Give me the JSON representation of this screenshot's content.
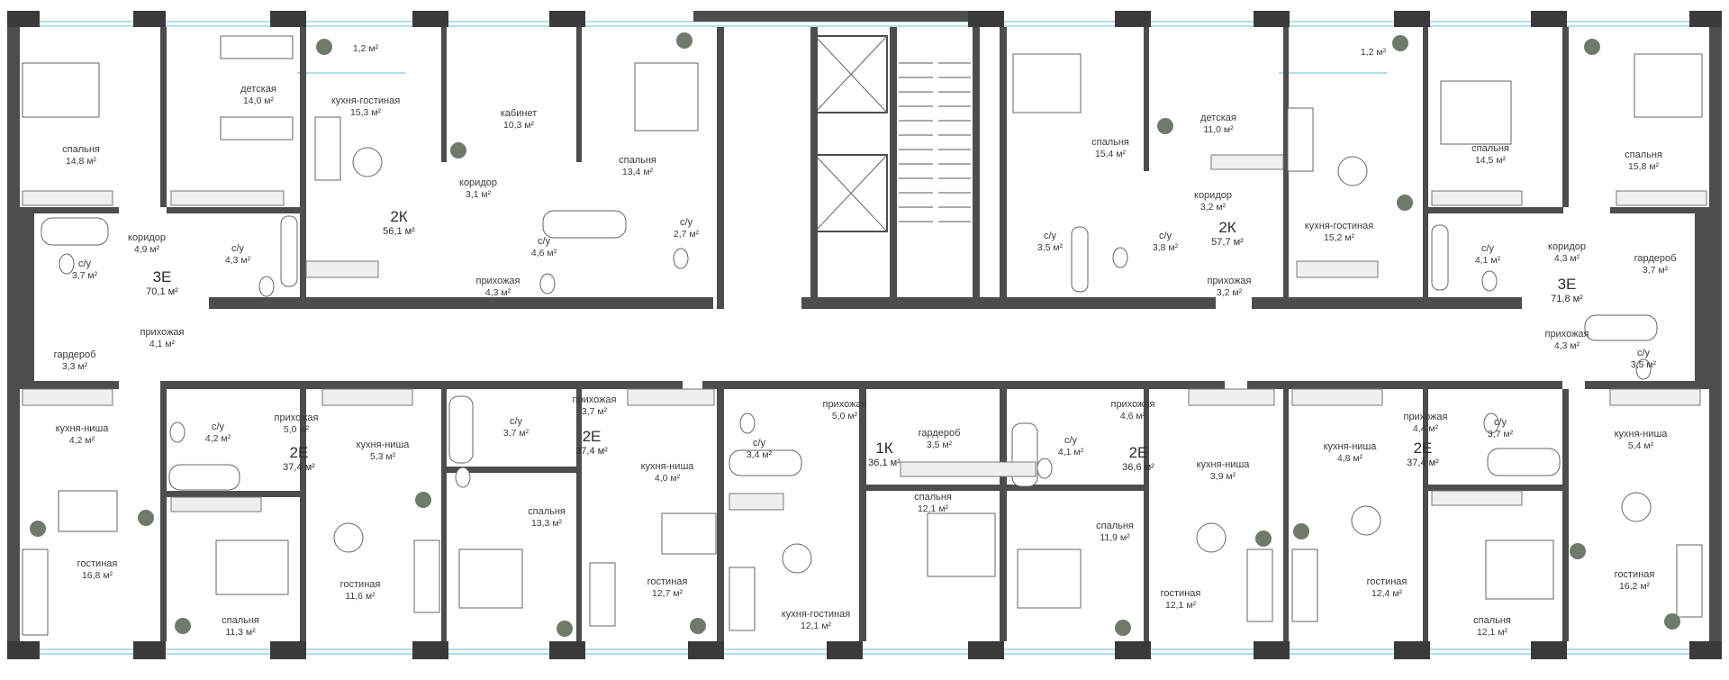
{
  "plan": {
    "colors": {
      "wall": "#4d4d4d",
      "glass": "#9ad3e6",
      "furniture": "#666666",
      "greenery": "#6f7b6a"
    },
    "units": [
      {
        "type": "3Е",
        "area": "70,1 м²"
      },
      {
        "type": "2К",
        "area": "56,1 м²"
      },
      {
        "type": "2К",
        "area": "57,7 м²"
      },
      {
        "type": "3Е",
        "area": "71,8 м²"
      },
      {
        "type": "2Е",
        "area": "37,4 м²"
      },
      {
        "type": "2Е",
        "area": "37,4 м²"
      },
      {
        "type": "1К",
        "area": "36,1 м²"
      },
      {
        "type": "2Е",
        "area": "36,6 м²"
      },
      {
        "type": "2Е",
        "area": "37,4 м²"
      }
    ],
    "rooms": [
      {
        "name": "спальня",
        "area": "14,8 м²"
      },
      {
        "name": "детская",
        "area": "14,0 м²"
      },
      {
        "name": "",
        "area": "1,2 м²"
      },
      {
        "name": "кухня-гостиная",
        "area": "15,3 м²"
      },
      {
        "name": "кабинет",
        "area": "10,3 м²"
      },
      {
        "name": "спальня",
        "area": "13,4 м²"
      },
      {
        "name": "коридор",
        "area": "3,1 м²"
      },
      {
        "name": "коридор",
        "area": "4,9 м²"
      },
      {
        "name": "с/у",
        "area": "3,7 м²"
      },
      {
        "name": "с/у",
        "area": "4,3 м²"
      },
      {
        "name": "прихожая",
        "area": "4,1 м²"
      },
      {
        "name": "гардероб",
        "area": "3,3 м²"
      },
      {
        "name": "с/у",
        "area": "4,6 м²"
      },
      {
        "name": "с/у",
        "area": "2,7 м²"
      },
      {
        "name": "прихожая",
        "area": "4,3 м²"
      },
      {
        "name": "спальня",
        "area": "15,4 м²"
      },
      {
        "name": "детская",
        "area": "11,0 м²"
      },
      {
        "name": "",
        "area": "1,2 м²"
      },
      {
        "name": "коридор",
        "area": "3,2 м²"
      },
      {
        "name": "с/у",
        "area": "3,5 м²"
      },
      {
        "name": "с/у",
        "area": "3,8 м²"
      },
      {
        "name": "прихожая",
        "area": "3,2 м²"
      },
      {
        "name": "кухня-гостиная",
        "area": "15,2 м²"
      },
      {
        "name": "спальня",
        "area": "14,5 м²"
      },
      {
        "name": "спальня",
        "area": "15,8 м²"
      },
      {
        "name": "с/у",
        "area": "4,1 м²"
      },
      {
        "name": "коридор",
        "area": "4,3 м²"
      },
      {
        "name": "гардероб",
        "area": "3,7 м²"
      },
      {
        "name": "прихожая",
        "area": "4,3 м²"
      },
      {
        "name": "с/у",
        "area": "3,5 м²"
      },
      {
        "name": "кухня-ниша",
        "area": "4,2 м²"
      },
      {
        "name": "гостиная",
        "area": "16,8 м²"
      },
      {
        "name": "с/у",
        "area": "4,2 м²"
      },
      {
        "name": "прихожая",
        "area": "5,0 м²"
      },
      {
        "name": "спальня",
        "area": "11,3 м²"
      },
      {
        "name": "кухня-ниша",
        "area": "5,3 м²"
      },
      {
        "name": "гостиная",
        "area": "11,6 м²"
      },
      {
        "name": "с/у",
        "area": "3,7 м²"
      },
      {
        "name": "спальня",
        "area": "13,3 м²"
      },
      {
        "name": "прихожая",
        "area": "3,7 м²"
      },
      {
        "name": "кухня-ниша",
        "area": "4,0 м²"
      },
      {
        "name": "гостиная",
        "area": "12,7 м²"
      },
      {
        "name": "с/у",
        "area": "3,4 м²"
      },
      {
        "name": "прихожая",
        "area": "5,0 м²"
      },
      {
        "name": "гардероб",
        "area": "3,5 м²"
      },
      {
        "name": "спальня",
        "area": "12,1 м²"
      },
      {
        "name": "кухня-гостиная",
        "area": "12,1 м²"
      },
      {
        "name": "с/у",
        "area": "4,1 м²"
      },
      {
        "name": "прихожая",
        "area": "4,6 м²"
      },
      {
        "name": "спальня",
        "area": "11,9 м²"
      },
      {
        "name": "кухня-ниша",
        "area": "3,9 м²"
      },
      {
        "name": "гостиная",
        "area": "12,1 м²"
      },
      {
        "name": "кухня-ниша",
        "area": "4,8 м²"
      },
      {
        "name": "гостиная",
        "area": "12,4 м²"
      },
      {
        "name": "прихожая",
        "area": "4,4 м²"
      },
      {
        "name": "с/у",
        "area": "3,7 м²"
      },
      {
        "name": "спальня",
        "area": "12,1 м²"
      },
      {
        "name": "кухня-ниша",
        "area": "5,4 м²"
      },
      {
        "name": "гостиная",
        "area": "16,2 м²"
      }
    ]
  }
}
